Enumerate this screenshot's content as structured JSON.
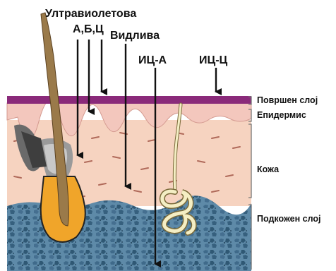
{
  "radiation_labels": {
    "uv": "Ултравиолетова",
    "uv_types": "А,Б,Ц",
    "visible": "Видлива",
    "ir_a": "ИЦ-А",
    "ir_c": "ИЦ-Ц"
  },
  "layer_labels": {
    "surface": "Површен слој",
    "epidermis": "Епидермис",
    "dermis": "Кожа",
    "subcutaneous": "Подкожен слој"
  },
  "colors": {
    "surface_layer": "#8a2a7a",
    "epidermis": "#f3c7bd",
    "dermis": "#f6d3c0",
    "subcutaneous": "#5e8aa8",
    "hair": "#9a7a4a",
    "follicle": "#f0a52a",
    "gland": "#9a9a9a",
    "sweat_gland": "#f4eec4"
  }
}
